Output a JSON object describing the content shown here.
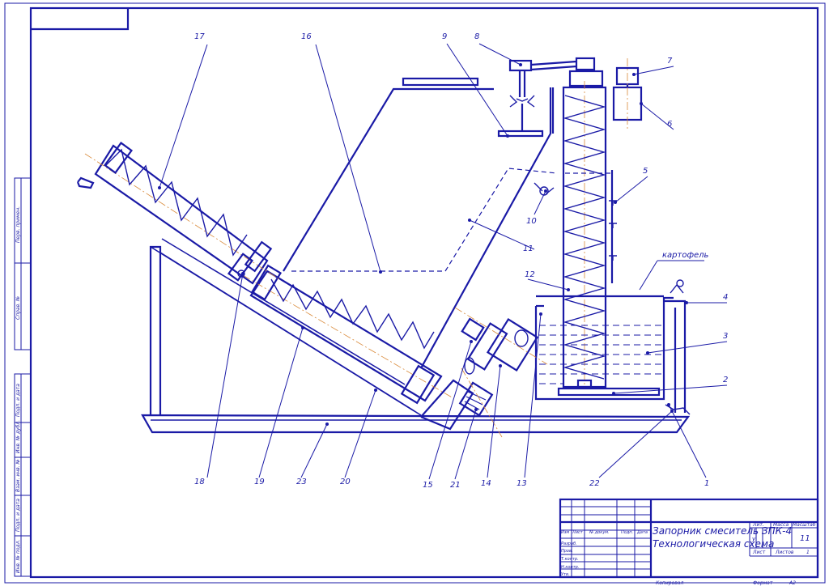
{
  "callouts": [
    "1",
    "2",
    "3",
    "4",
    "5",
    "6",
    "7",
    "8",
    "9",
    "10",
    "11",
    "12",
    "13",
    "14",
    "15",
    "16",
    "17",
    "18",
    "19",
    "20",
    "21",
    "22",
    "23"
  ],
  "annotation": {
    "product": "картофель"
  },
  "title_block": {
    "drawing_title_line1": "Запорник смеситель ЗПК-4",
    "drawing_title_line2": "Технологическая схема",
    "col_headers": [
      "Изм",
      "Лист",
      "№ докум.",
      "Подп.",
      "Дата"
    ],
    "roles": [
      "Разраб.",
      "Пров.",
      "Т.контр.",
      "Н.контр.",
      "Утв."
    ],
    "lit_header": "Лит.",
    "mass_header": "Масса",
    "scale_header": "Масштаб",
    "scale_value": "11",
    "lit_value": "у",
    "sheet_label": "Лист",
    "sheets_label": "Листов",
    "sheets_value": "1",
    "copied_label": "Копировал",
    "format_label": "Формат",
    "format_value": "А2"
  },
  "left_strip": {
    "labels": [
      "Перв. примен.",
      "Справ. №",
      "Подп. и дата",
      "Инв. № дубл.",
      "Взам. инв. №",
      "Подп. и дата",
      "Инв. № подл."
    ]
  }
}
